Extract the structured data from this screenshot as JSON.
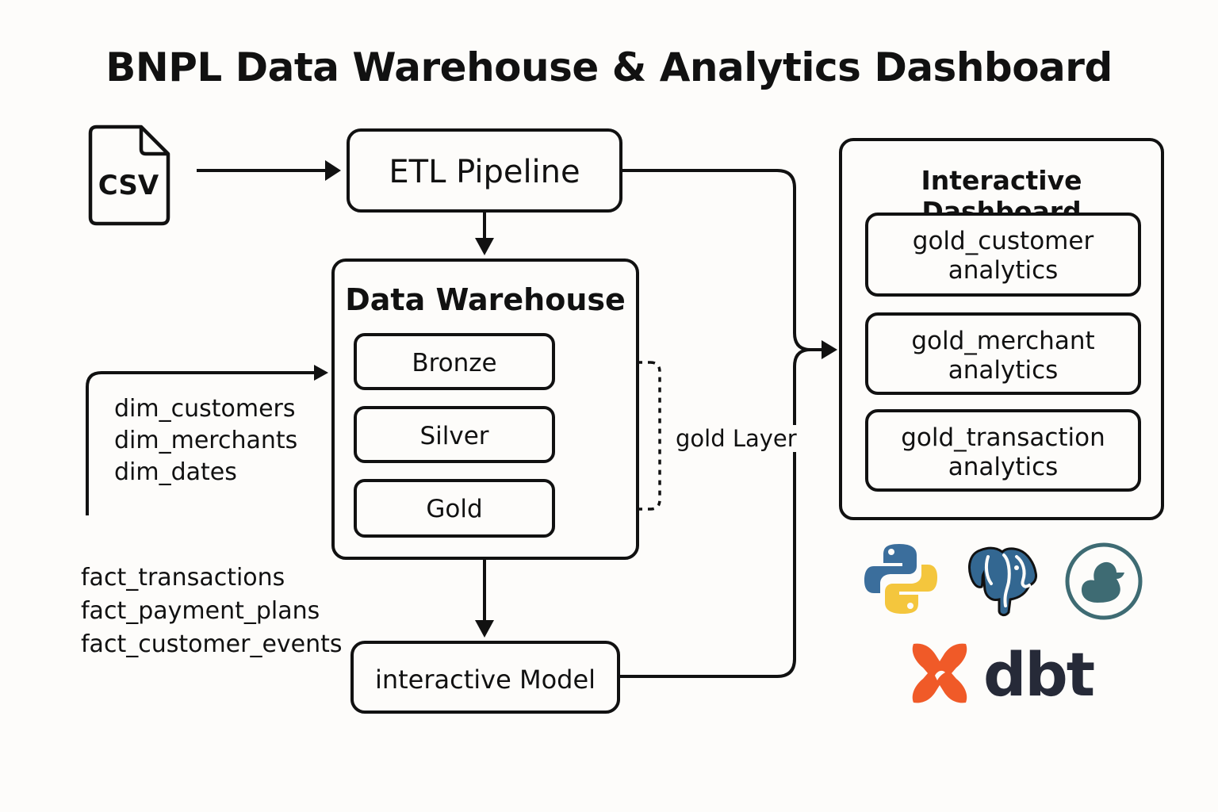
{
  "title": "BNPL Data Warehouse & Analytics Dashboard",
  "source": {
    "icon": "file-icon",
    "label": "CSV"
  },
  "etl": {
    "label": "ETL Pipeline"
  },
  "warehouse": {
    "title": "Data Warehouse",
    "layers": [
      "Bronze",
      "Silver",
      "Gold"
    ],
    "bracket_label": "gold Layer"
  },
  "dimensions": [
    "dim_customers",
    "dim_merchants",
    "dim_dates"
  ],
  "facts": [
    "fact_transactions",
    "fact_payment_plans",
    "fact_customer_events"
  ],
  "model": {
    "label": "interactive Model"
  },
  "dashboard": {
    "title": "Interactive Dashboard",
    "cards": [
      {
        "line1": "gold_customer",
        "line2": "analytics"
      },
      {
        "line1": "gold_merchant",
        "line2": "analytics"
      },
      {
        "line1": "gold_transaction",
        "line2": "analytics"
      }
    ]
  },
  "tech_logos": {
    "icons": [
      "python-logo-icon",
      "postgresql-elephant-icon",
      "duckdb-duck-icon",
      "dbt-logo-icon"
    ],
    "dbt_wordmark": "dbt",
    "colors": {
      "python_blue": "#3b6e9c",
      "python_yellow": "#f4c63d",
      "postgres_blue": "#336791",
      "duck_teal": "#3e6b73",
      "dbt_orange": "#f05a28"
    }
  }
}
